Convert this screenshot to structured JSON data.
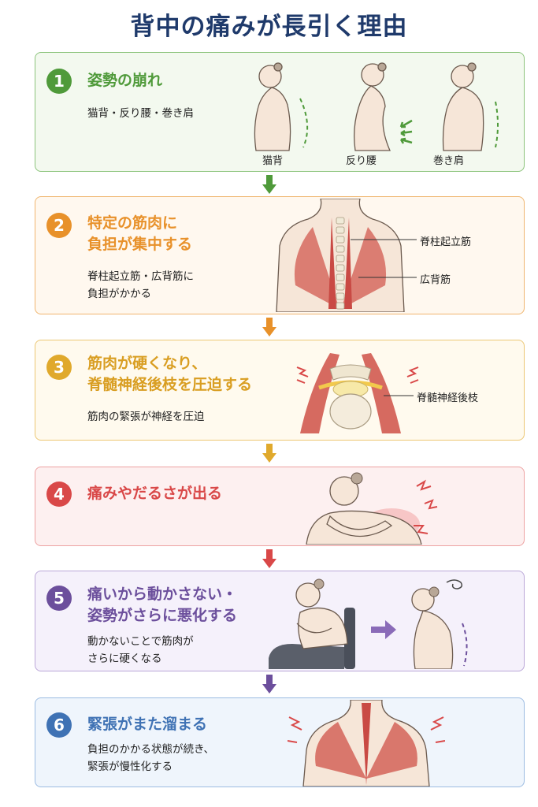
{
  "title": "背中の痛みが長引く理由",
  "colors": {
    "title": "#1f3a6b",
    "step1": "#4f9a3a",
    "step2": "#e8912a",
    "step3": "#e0a92c",
    "step4": "#d94848",
    "step5": "#6c4f9c",
    "step6": "#3f72b4",
    "muscle": "#c94a44"
  },
  "steps": [
    {
      "number": "1",
      "heading": [
        "姿勢の崩れ"
      ],
      "description": [
        "猫背・反り腰・巻き肩"
      ],
      "labels": [
        "猫背",
        "反り腰",
        "巻き肩"
      ]
    },
    {
      "number": "2",
      "heading": [
        "特定の筋肉に",
        "負担が集中する"
      ],
      "description": [
        "脊柱起立筋・広背筋に",
        "負担がかかる"
      ],
      "labels": [
        "脊柱起立筋",
        "広背筋"
      ]
    },
    {
      "number": "3",
      "heading": [
        "筋肉が硬くなり、",
        "脊髄神経後枝を圧迫する"
      ],
      "description": [
        "筋肉の緊張が神経を圧迫"
      ],
      "labels": [
        "脊髄神経後枝"
      ]
    },
    {
      "number": "4",
      "heading": [
        "痛みやだるさが出る"
      ],
      "description": [],
      "labels": []
    },
    {
      "number": "5",
      "heading": [
        "痛いから動かさない・",
        "姿勢がさらに悪化する"
      ],
      "description": [
        "動かないことで筋肉が",
        "さらに硬くなる"
      ],
      "labels": []
    },
    {
      "number": "6",
      "heading": [
        "緊張がまた溜まる"
      ],
      "description": [
        "負担のかかる状態が続き、",
        "緊張が慢性化する"
      ],
      "labels": []
    }
  ]
}
